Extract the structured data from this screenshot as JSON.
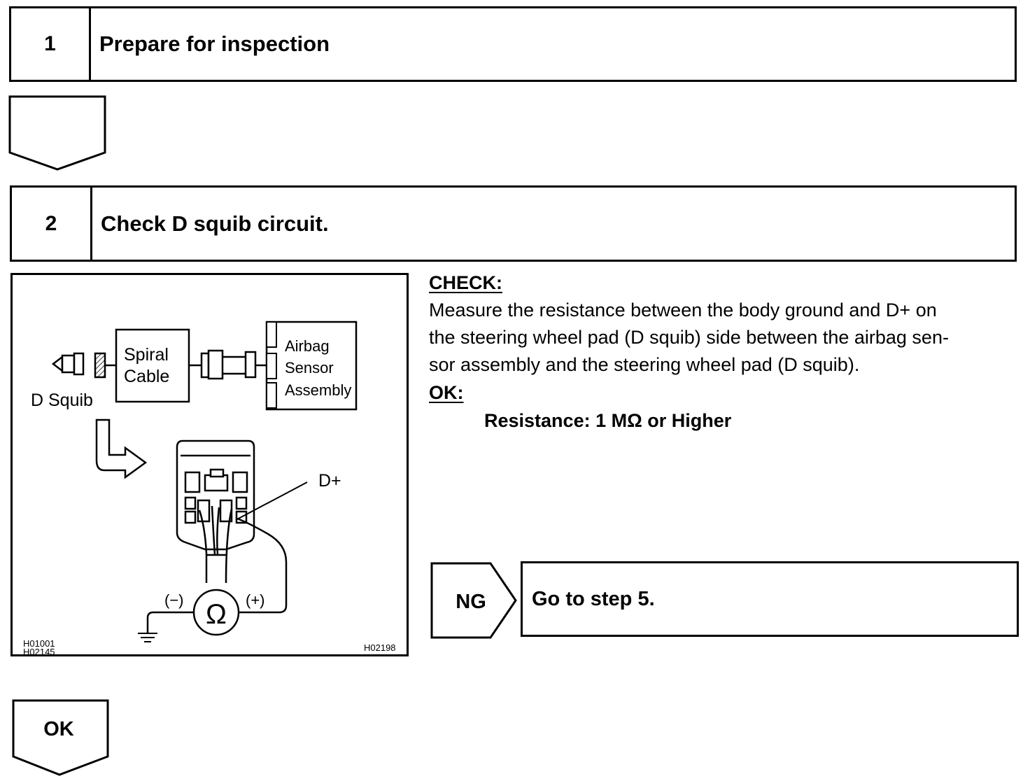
{
  "step1": {
    "number": "1",
    "title": "Prepare for inspection"
  },
  "step2": {
    "number": "2",
    "title": "Check D squib circuit."
  },
  "check": {
    "heading": "CHECK:",
    "line1": "Measure the resistance between the body ground and D+ on",
    "line2": "the steering wheel pad (D squib) side between the airbag sen-",
    "line3": "sor assembly and the steering wheel pad (D squib).",
    "ok_heading": "OK:",
    "spec": "Resistance: 1 MΩ or Higher"
  },
  "ng_result": {
    "badge": "NG",
    "action": "Go to step 5."
  },
  "ok_badge": "OK",
  "figure": {
    "spiral_cable_1": "Spiral",
    "spiral_cable_2": "Cable",
    "airbag_1": "Airbag",
    "airbag_2": "Sensor",
    "airbag_3": "Assembly",
    "d_squib": "D Squib",
    "d_plus": "D+",
    "minus": "(−)",
    "plus": "(+)",
    "ohm": "Ω",
    "code1": "H01001",
    "code2": "H02145",
    "code3": "H02198"
  }
}
